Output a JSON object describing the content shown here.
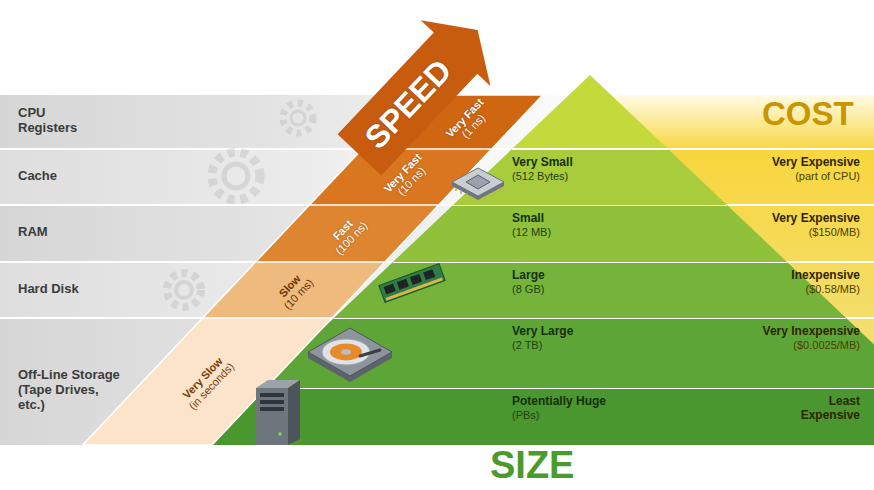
{
  "diagram": {
    "nodes": [
      {
        "text": [
          "CPU Registers"
        ]
      },
      {
        "text": [
          "Cache"
        ]
      },
      {
        "text": [
          "RAM"
        ]
      },
      {
        "text": [
          "Hard Disk"
        ]
      },
      {
        "text": [
          "Off-Line Storage",
          "(Tape Drives, etc.)"
        ]
      },
      {
        "text": [
          "SPEED"
        ]
      },
      {
        "text": [
          "Very Fast",
          "(1 ns)"
        ]
      },
      {
        "text": [
          "Very Fast",
          "(10 ns)"
        ]
      },
      {
        "text": [
          "Fast",
          "(100 ns)"
        ]
      },
      {
        "text": [
          "Slow",
          "(10 ms)"
        ]
      },
      {
        "text": [
          "Very Slow",
          "(in seconds)"
        ]
      },
      {
        "text": [
          "Very Small",
          "(512 Bytes)"
        ]
      },
      {
        "text": [
          "Small",
          "(12 MB)"
        ]
      },
      {
        "text": [
          "Large",
          "(8 GB)"
        ]
      },
      {
        "text": [
          "Very Large",
          "(2 TB)"
        ]
      },
      {
        "text": [
          "Potentially Huge",
          "(PBs)"
        ]
      },
      {
        "text": [
          "Very Expensive",
          "(part of CPU)"
        ]
      },
      {
        "text": [
          "Very Expensive",
          "($150/MB)"
        ]
      },
      {
        "text": [
          "Inexpensive",
          "($0.58/MB)"
        ]
      },
      {
        "text": [
          "Very Inexpensive",
          "($0.0025/MB)"
        ]
      },
      {
        "text": [
          "Least Expensive"
        ]
      }
    ],
    "labels": [
      "COST",
      "SIZE"
    ]
  }
}
